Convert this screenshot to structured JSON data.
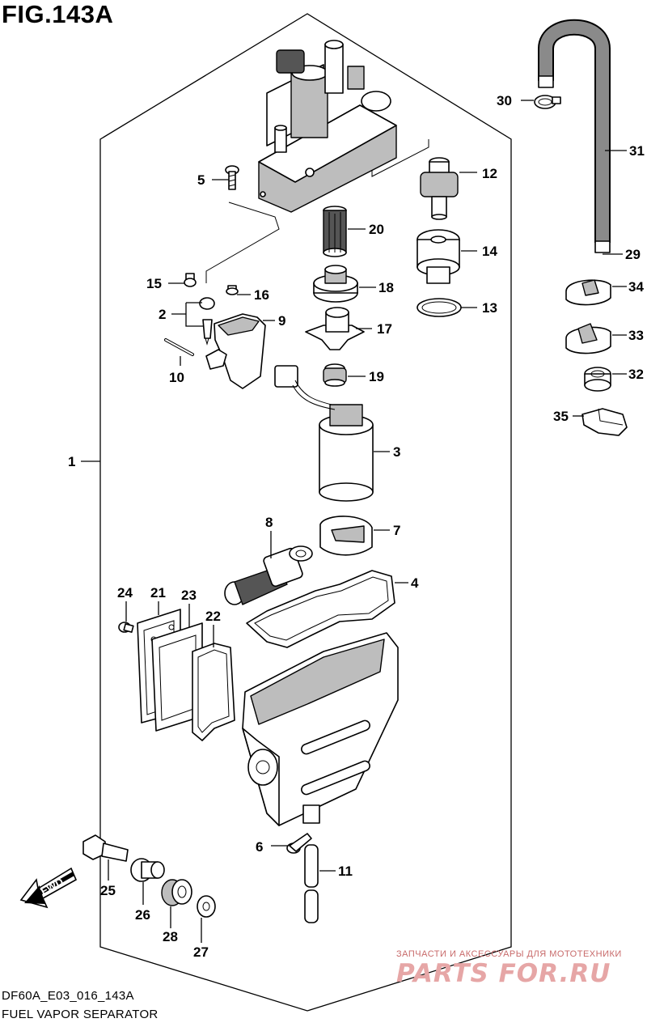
{
  "figure": {
    "title": "FIG.143A",
    "code": "DF60A_E03_016_143A",
    "caption": "FUEL VAPOR SEPARATOR",
    "fwd_label": "FWD"
  },
  "watermark": {
    "line1": "ЗАПЧАСТИ И АКСЕССУАРЫ ДЛЯ МОТОТЕХНИКИ",
    "line2": "PARTS FOR.RU"
  },
  "callouts": {
    "p1": "1",
    "p2": "2",
    "p3": "3",
    "p4": "4",
    "p5": "5",
    "p6": "6",
    "p7": "7",
    "p8": "8",
    "p9": "9",
    "p10": "10",
    "p11": "11",
    "p12": "12",
    "p13": "13",
    "p14": "14",
    "p15": "15",
    "p16": "16",
    "p17": "17",
    "p18": "18",
    "p19": "19",
    "p20": "20",
    "p21": "21",
    "p22": "22",
    "p23": "23",
    "p24": "24",
    "p25": "25",
    "p26": "26",
    "p27": "27",
    "p28": "28",
    "p29": "29",
    "p30": "30",
    "p31": "31",
    "p32": "32",
    "p33": "33",
    "p34": "34",
    "p35": "35"
  }
}
